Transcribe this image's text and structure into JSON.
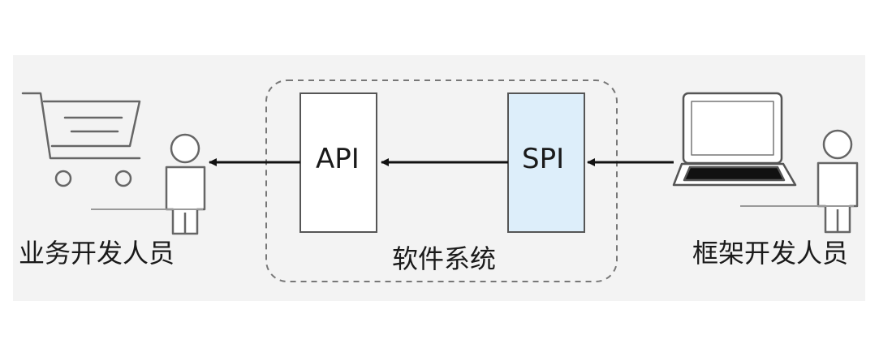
{
  "diagram": {
    "api_label": "API",
    "spi_label": "SPI",
    "system_label": "软件系统",
    "business_dev_label": "业务开发人员",
    "framework_dev_label": "框架开发人员"
  },
  "colors": {
    "panel_bg": "#f3f3f3",
    "box_border": "#555555",
    "api_fill": "#ffffff",
    "spi_fill": "#ddeefa",
    "arrow": "#111111",
    "dashed_border": "#777777"
  },
  "icons": [
    "shopping-cart-icon",
    "person-icon",
    "laptop-icon"
  ]
}
